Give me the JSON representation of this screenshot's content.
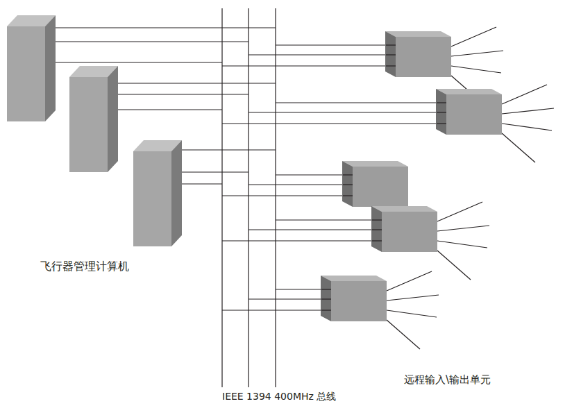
{
  "diagram": {
    "labels": [
      "飞行器管理计算机",
      "远程输入\\输出单元",
      "IEEE 1394 400MHz 总线"
    ]
  }
}
